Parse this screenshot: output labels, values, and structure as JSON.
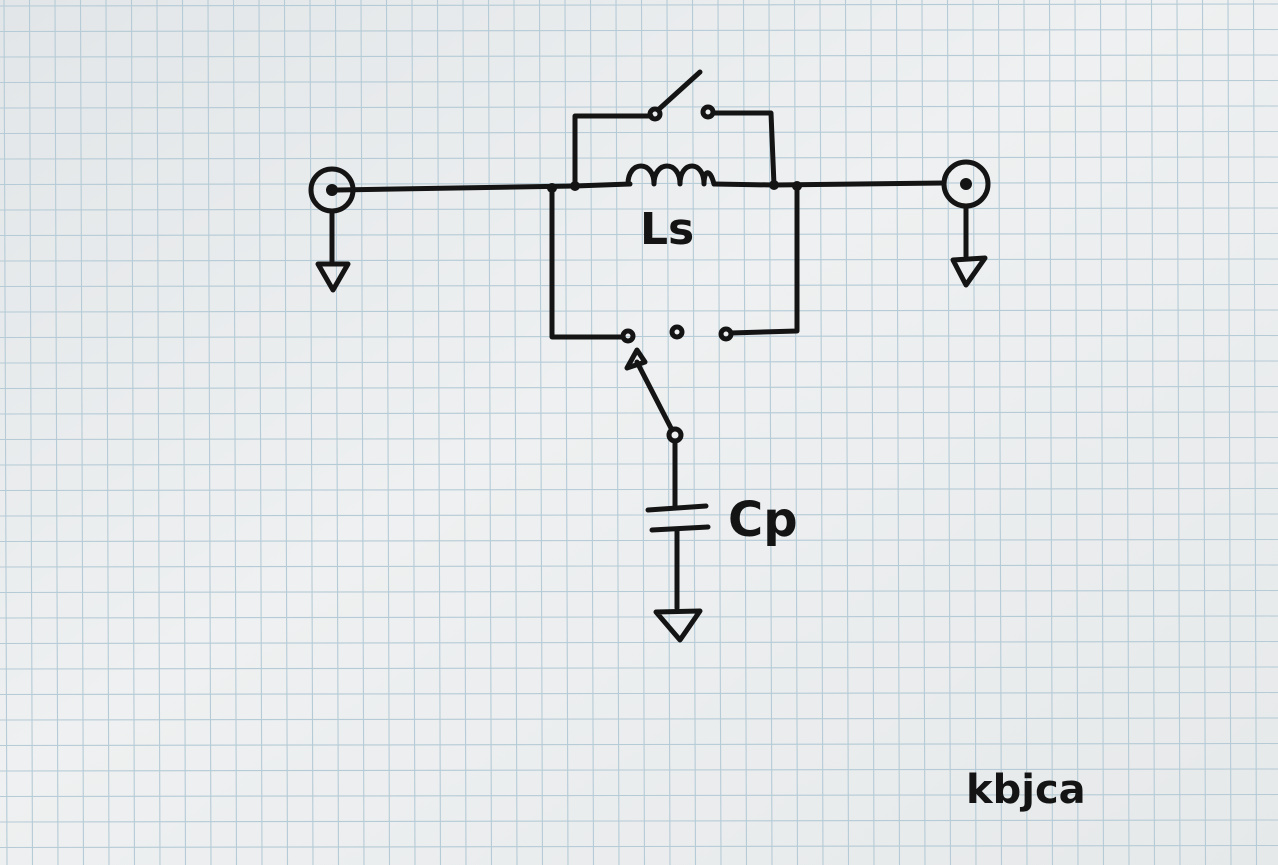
{
  "inductor_label": "Ls",
  "capacitor_label": "Cp",
  "signature": "kbjca",
  "colors": {
    "paper": "#e9eced",
    "grid": "#b5cbd6",
    "ink": "#141414"
  }
}
